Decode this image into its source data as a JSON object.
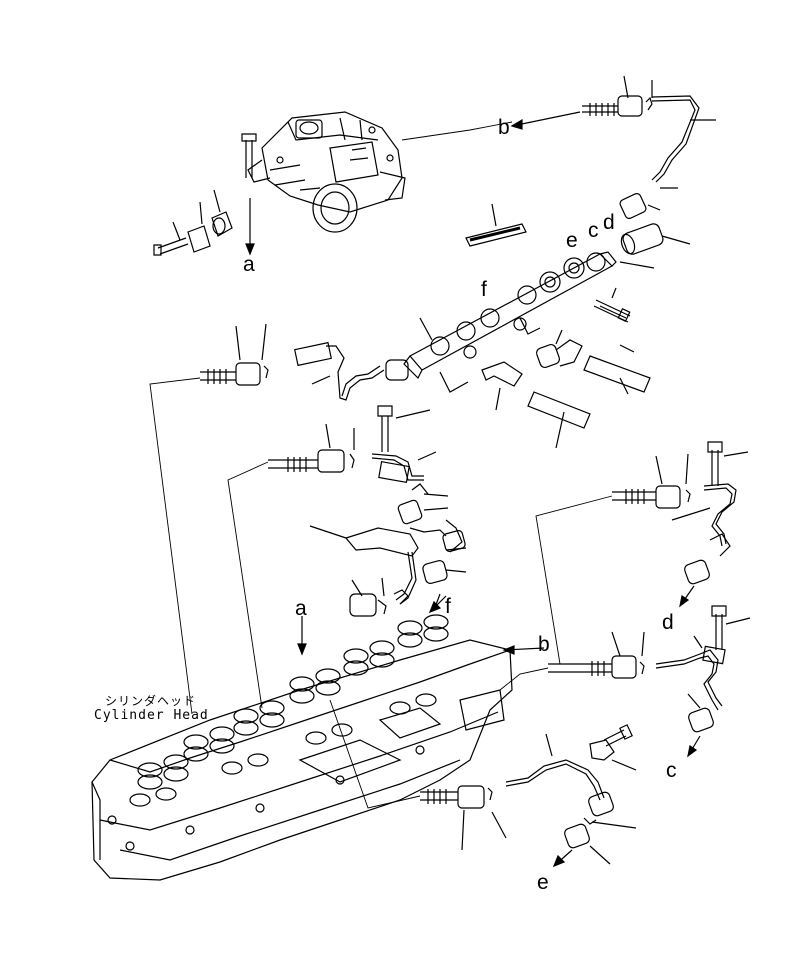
{
  "callouts": {
    "a_top": "a",
    "a_mid": "a",
    "b_top": "b",
    "b_mid": "b",
    "c_top": "c",
    "c_bottom": "c",
    "d_top": "d",
    "d_mid": "d",
    "e_top": "e",
    "e_bottom": "e",
    "f_top": "f",
    "f_mid": "f"
  },
  "cylinder_head": {
    "label_jp": "シリンダヘッド",
    "label_en": "Cylinder Head"
  },
  "colors": {
    "ink": "#000000",
    "paper": "#ffffff"
  }
}
